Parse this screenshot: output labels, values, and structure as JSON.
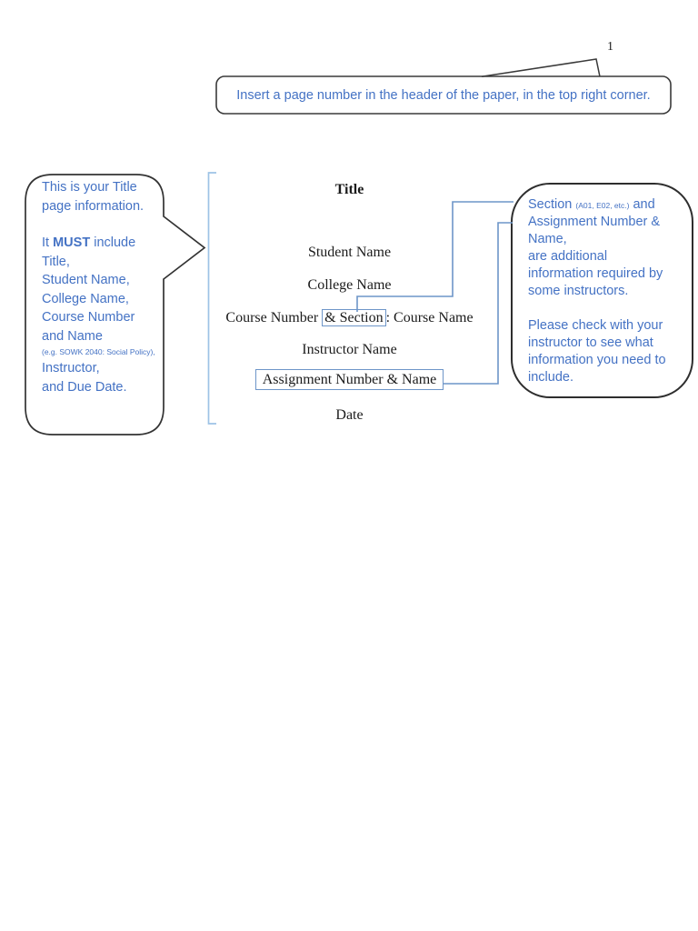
{
  "colors": {
    "blue_text": "#4472C4",
    "steel_line": "#6D95C8",
    "bracket_blue": "#9DC3E6",
    "outline_dark": "#333333",
    "body_text": "#1B1B1B"
  },
  "header": {
    "page_number": "1"
  },
  "top_callout": {
    "text": "Insert a page number in the header of the paper, in the top right corner."
  },
  "left_bubble": {
    "intro_lines": [
      "This is your Title",
      "page information."
    ],
    "must_line": {
      "prefix": "It ",
      "bold": "MUST",
      "suffix": " include"
    },
    "list_lines": [
      "Title,",
      "Student Name,",
      "College Name,",
      "Course Number",
      "and Name"
    ],
    "small_note": "(e.g. SOWK 2040: Social Policy),",
    "end_lines": [
      "Instructor,",
      "and Due Date."
    ]
  },
  "title_page": {
    "title": "Title",
    "student_name": "Student Name",
    "college_name": "College Name",
    "course_line": {
      "prefix": "Course Number ",
      "boxed": "& Section",
      "suffix": ": Course Name"
    },
    "instructor_name": "Instructor Name",
    "assignment_boxed": "Assignment Number & Name",
    "date": "Date"
  },
  "right_bubble": {
    "first_line": {
      "prefix": "Section ",
      "small": "(A01, E02, etc.)",
      "suffix": " and"
    },
    "para1_lines": [
      "Assignment Number &",
      "Name,",
      "are additional",
      "information required by",
      "some instructors."
    ],
    "para2_lines": [
      "Please check with your",
      "instructor to see what",
      "information you need to",
      "include."
    ]
  }
}
